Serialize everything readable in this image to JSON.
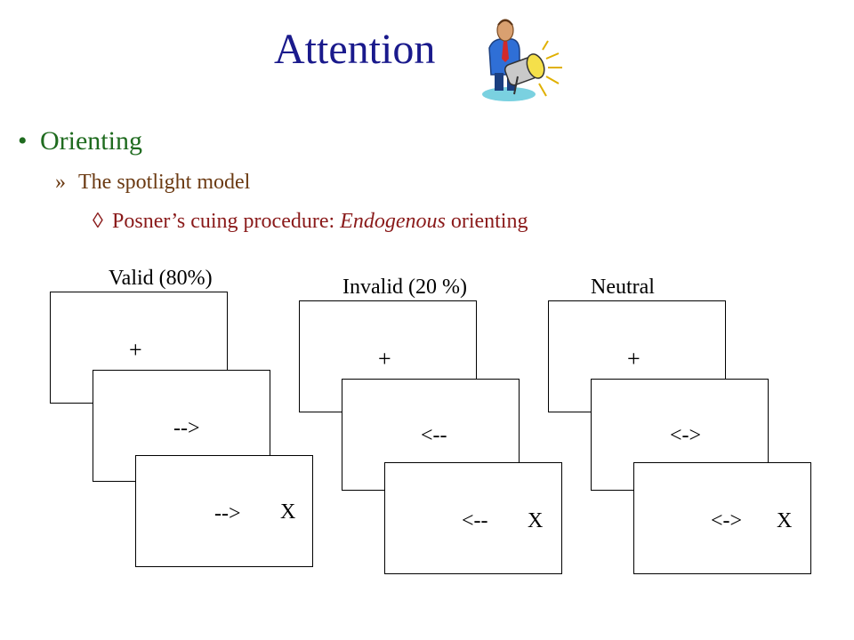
{
  "slide": {
    "title": "Attention",
    "clipart_icon": "spotlight-person-icon",
    "bullet_level1": "Orienting",
    "bullet_level1_mark": "•",
    "bullet_level2": "The spotlight model",
    "bullet_level2_mark": "»",
    "bullet_level3_mark": "◊",
    "bullet_level3_prefix": "Posner’s cuing procedure: ",
    "bullet_level3_emph": "Endogenous",
    "bullet_level3_suffix": " orienting"
  },
  "conditions": [
    {
      "label": "Valid (80%)",
      "fixation": "+",
      "cue": "-->",
      "target_cue": "-->",
      "target": "X"
    },
    {
      "label": "Invalid (20 %)",
      "fixation": "+",
      "cue": "<--",
      "target_cue": "<--",
      "target": "X"
    },
    {
      "label": "Neutral",
      "fixation": "+",
      "cue": "<->",
      "target_cue": "<->",
      "target": "X"
    }
  ],
  "colors": {
    "title": "#1a1a8c",
    "level1": "#1f6b1f",
    "level2": "#6b3a12",
    "level3": "#8a1a1a"
  }
}
